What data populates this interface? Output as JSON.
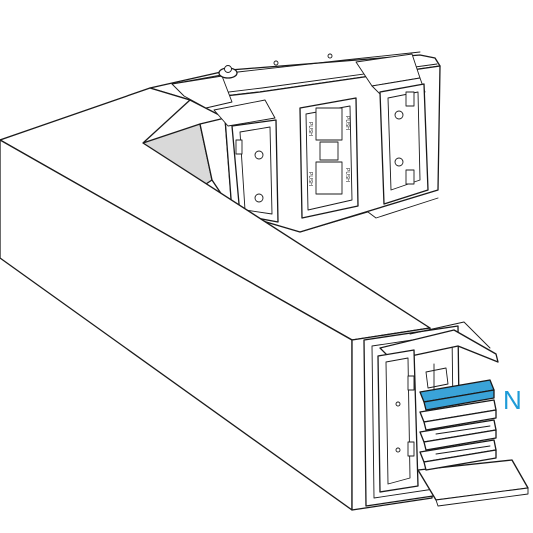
{
  "figure": {
    "label": "N",
    "label_color": "#1e9bd7",
    "neutral_bar_color": "#3aa3d8",
    "push_labels": [
      "PUSH",
      "PUSH",
      "PUSH",
      "PUSH"
    ],
    "icons": [
      "busway-elbow-icon",
      "neutral-bar-icon",
      "tap-off-cover-icon"
    ]
  }
}
